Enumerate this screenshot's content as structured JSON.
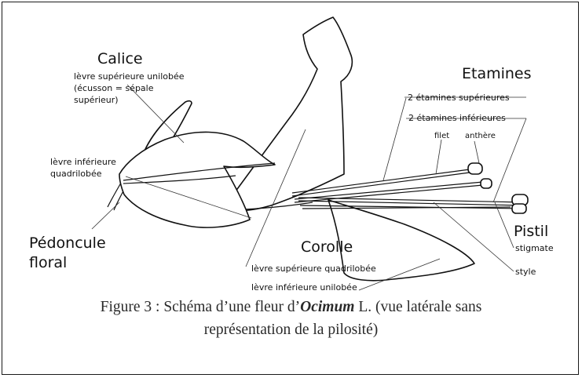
{
  "labels": {
    "calice": "Calice",
    "calice_sup_1": "lèvre supérieure unilobée",
    "calice_sup_2": "(écusson = sépale",
    "calice_sup_3": "supérieur)",
    "calice_inf_1": "lèvre inférieure",
    "calice_inf_2": "quadrilobée",
    "pedoncule_1": "Pédoncule",
    "pedoncule_2": "floral",
    "etamines": "Etamines",
    "etamines_sup": "2 étamines supérieures",
    "etamines_inf": "2 étamines inférieures",
    "filet": "filet",
    "anthere": "anthère",
    "pistil": "Pistil",
    "stigmate": "stigmate",
    "style": "style",
    "corolle": "Corolle",
    "corolle_sup": "lèvre supérieure quadrilobée",
    "corolle_inf": "lèvre inférieure unilobée"
  },
  "caption": {
    "prefix": "Figure 3 : Schéma d’une fleur d’",
    "genus": "Ocimum",
    "suffix": " L. (vue latérale sans",
    "line2": "représentation de la pilosité)"
  }
}
